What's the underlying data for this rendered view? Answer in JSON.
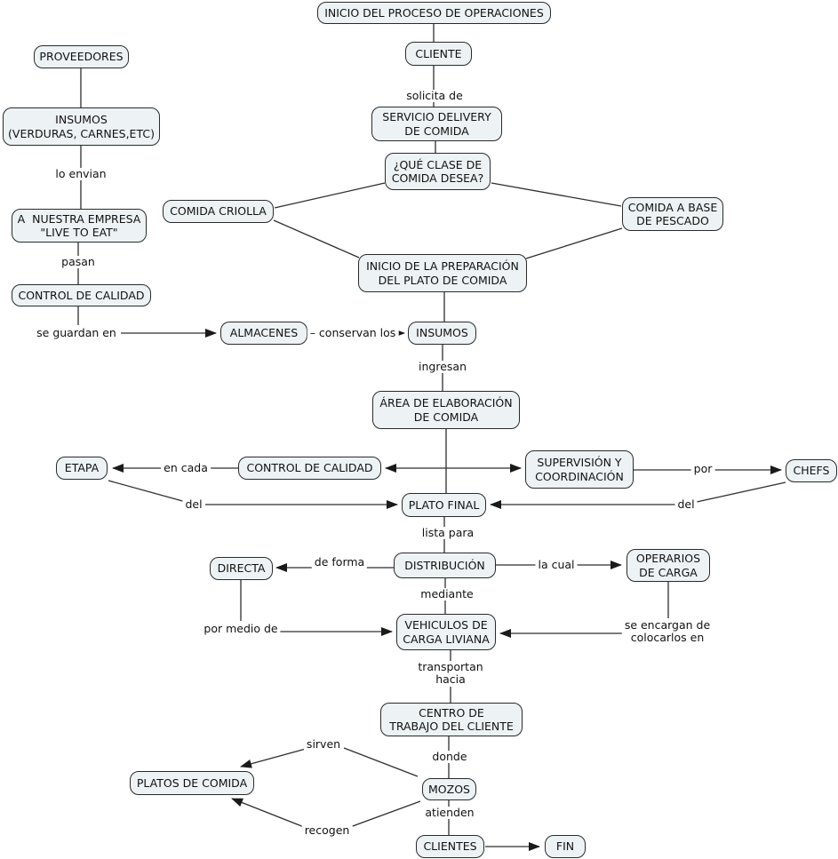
{
  "diagram": {
    "type": "concept-map",
    "language": "es",
    "colors": {
      "background": "#ffffff",
      "node_fill": "#edf3f5",
      "node_border": "#2a2a2a",
      "line": "#2e2e2e",
      "text": "#111111"
    },
    "nodes": {
      "inicio_proceso": {
        "label": "INICIO DEL PROCESO DE OPERACIONES"
      },
      "cliente": {
        "label": "CLIENTE"
      },
      "servicio_delivery": {
        "label": "SERVICIO DELIVERY\nDE COMIDA"
      },
      "que_clase": {
        "label": "¿QUÉ CLASE DE\nCOMIDA DESEA?"
      },
      "comida_criolla": {
        "label": "COMIDA CRIOLLA"
      },
      "comida_pescado": {
        "label": "COMIDA A BASE\nDE PESCADO"
      },
      "inicio_preparacion": {
        "label": "INICIO DE LA PREPARACIÓN\nDEL PLATO DE COMIDA"
      },
      "proveedores": {
        "label": "PROVEEDORES"
      },
      "insumos_detalle": {
        "label": "INSUMOS\n(VERDURAS, CARNES,ETC)"
      },
      "nuestra_empresa": {
        "label": "A  NUESTRA EMPRESA\n\"LIVE TO EAT\""
      },
      "control_calidad_1": {
        "label": "CONTROL DE CALIDAD"
      },
      "almacenes": {
        "label": "ALMACENES"
      },
      "insumos": {
        "label": "INSUMOS"
      },
      "area_elaboracion": {
        "label": "ÁREA DE ELABORACIÓN\nDE COMIDA"
      },
      "etapa": {
        "label": "ETAPA"
      },
      "control_calidad_2": {
        "label": "CONTROL DE CALIDAD"
      },
      "supervision": {
        "label": "SUPERVISIÓN Y\nCOORDINACIÓN"
      },
      "chefs": {
        "label": "CHEFS"
      },
      "plato_final": {
        "label": "PLATO FINAL"
      },
      "directa": {
        "label": "DIRECTA"
      },
      "distribucion": {
        "label": "DISTRIBUCIÓN"
      },
      "operarios": {
        "label": "OPERARIOS\nDE CARGA"
      },
      "vehiculos": {
        "label": "VEHICULOS DE\nCARGA LIVIANA"
      },
      "centro_trabajo": {
        "label": "CENTRO DE\nTRABAJO DEL CLIENTE"
      },
      "mozos": {
        "label": "MOZOS"
      },
      "platos_comida": {
        "label": "PLATOS DE COMIDA"
      },
      "clientes": {
        "label": "CLIENTES"
      },
      "fin": {
        "label": "FIN"
      }
    },
    "edge_labels": {
      "solicita_de": {
        "text": "solicita de"
      },
      "lo_envian": {
        "text": "lo envian"
      },
      "pasan": {
        "text": "pasan"
      },
      "se_guardan": {
        "text": "se guardan en"
      },
      "conservan": {
        "text": "– conservan los"
      },
      "ingresan": {
        "text": "ingresan"
      },
      "en_cada": {
        "text": "en cada"
      },
      "por": {
        "text": "por"
      },
      "del_izq": {
        "text": "del"
      },
      "del_der": {
        "text": "del"
      },
      "lista_para": {
        "text": "lista para"
      },
      "de_forma": {
        "text": "de forma"
      },
      "la_cual": {
        "text": "la cual"
      },
      "mediante": {
        "text": "mediante"
      },
      "por_medio": {
        "text": "por medio de"
      },
      "se_encargan": {
        "text": "se encargan de\ncolocarlos en"
      },
      "transportan": {
        "text": "transportan\nhacia"
      },
      "donde": {
        "text": "donde"
      },
      "sirven": {
        "text": "sirven"
      },
      "recogen": {
        "text": "recogen"
      },
      "atienden": {
        "text": "atienden"
      }
    }
  }
}
